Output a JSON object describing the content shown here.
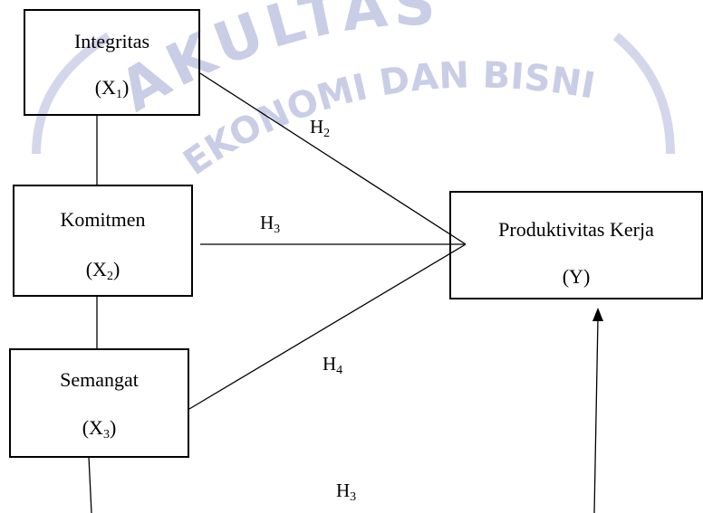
{
  "watermark": {
    "line1": "AKULTAS",
    "line2": "EKONOMI DAN BISNIS",
    "color": "#c9cde6"
  },
  "variables": [
    {
      "name": "Integritas",
      "symbol": "X",
      "sub": "1"
    },
    {
      "name": "Komitmen",
      "symbol": "X",
      "sub": "2"
    },
    {
      "name": "Semangat",
      "symbol": "X",
      "sub": "3"
    }
  ],
  "dependent": {
    "name": "Produktivitas Kerja",
    "symbol": "Y"
  },
  "hypotheses": [
    {
      "letter": "H",
      "sub": "2"
    },
    {
      "letter": "H",
      "sub": "3"
    },
    {
      "letter": "H",
      "sub": "4"
    },
    {
      "letter": "H",
      "sub": "3"
    }
  ]
}
